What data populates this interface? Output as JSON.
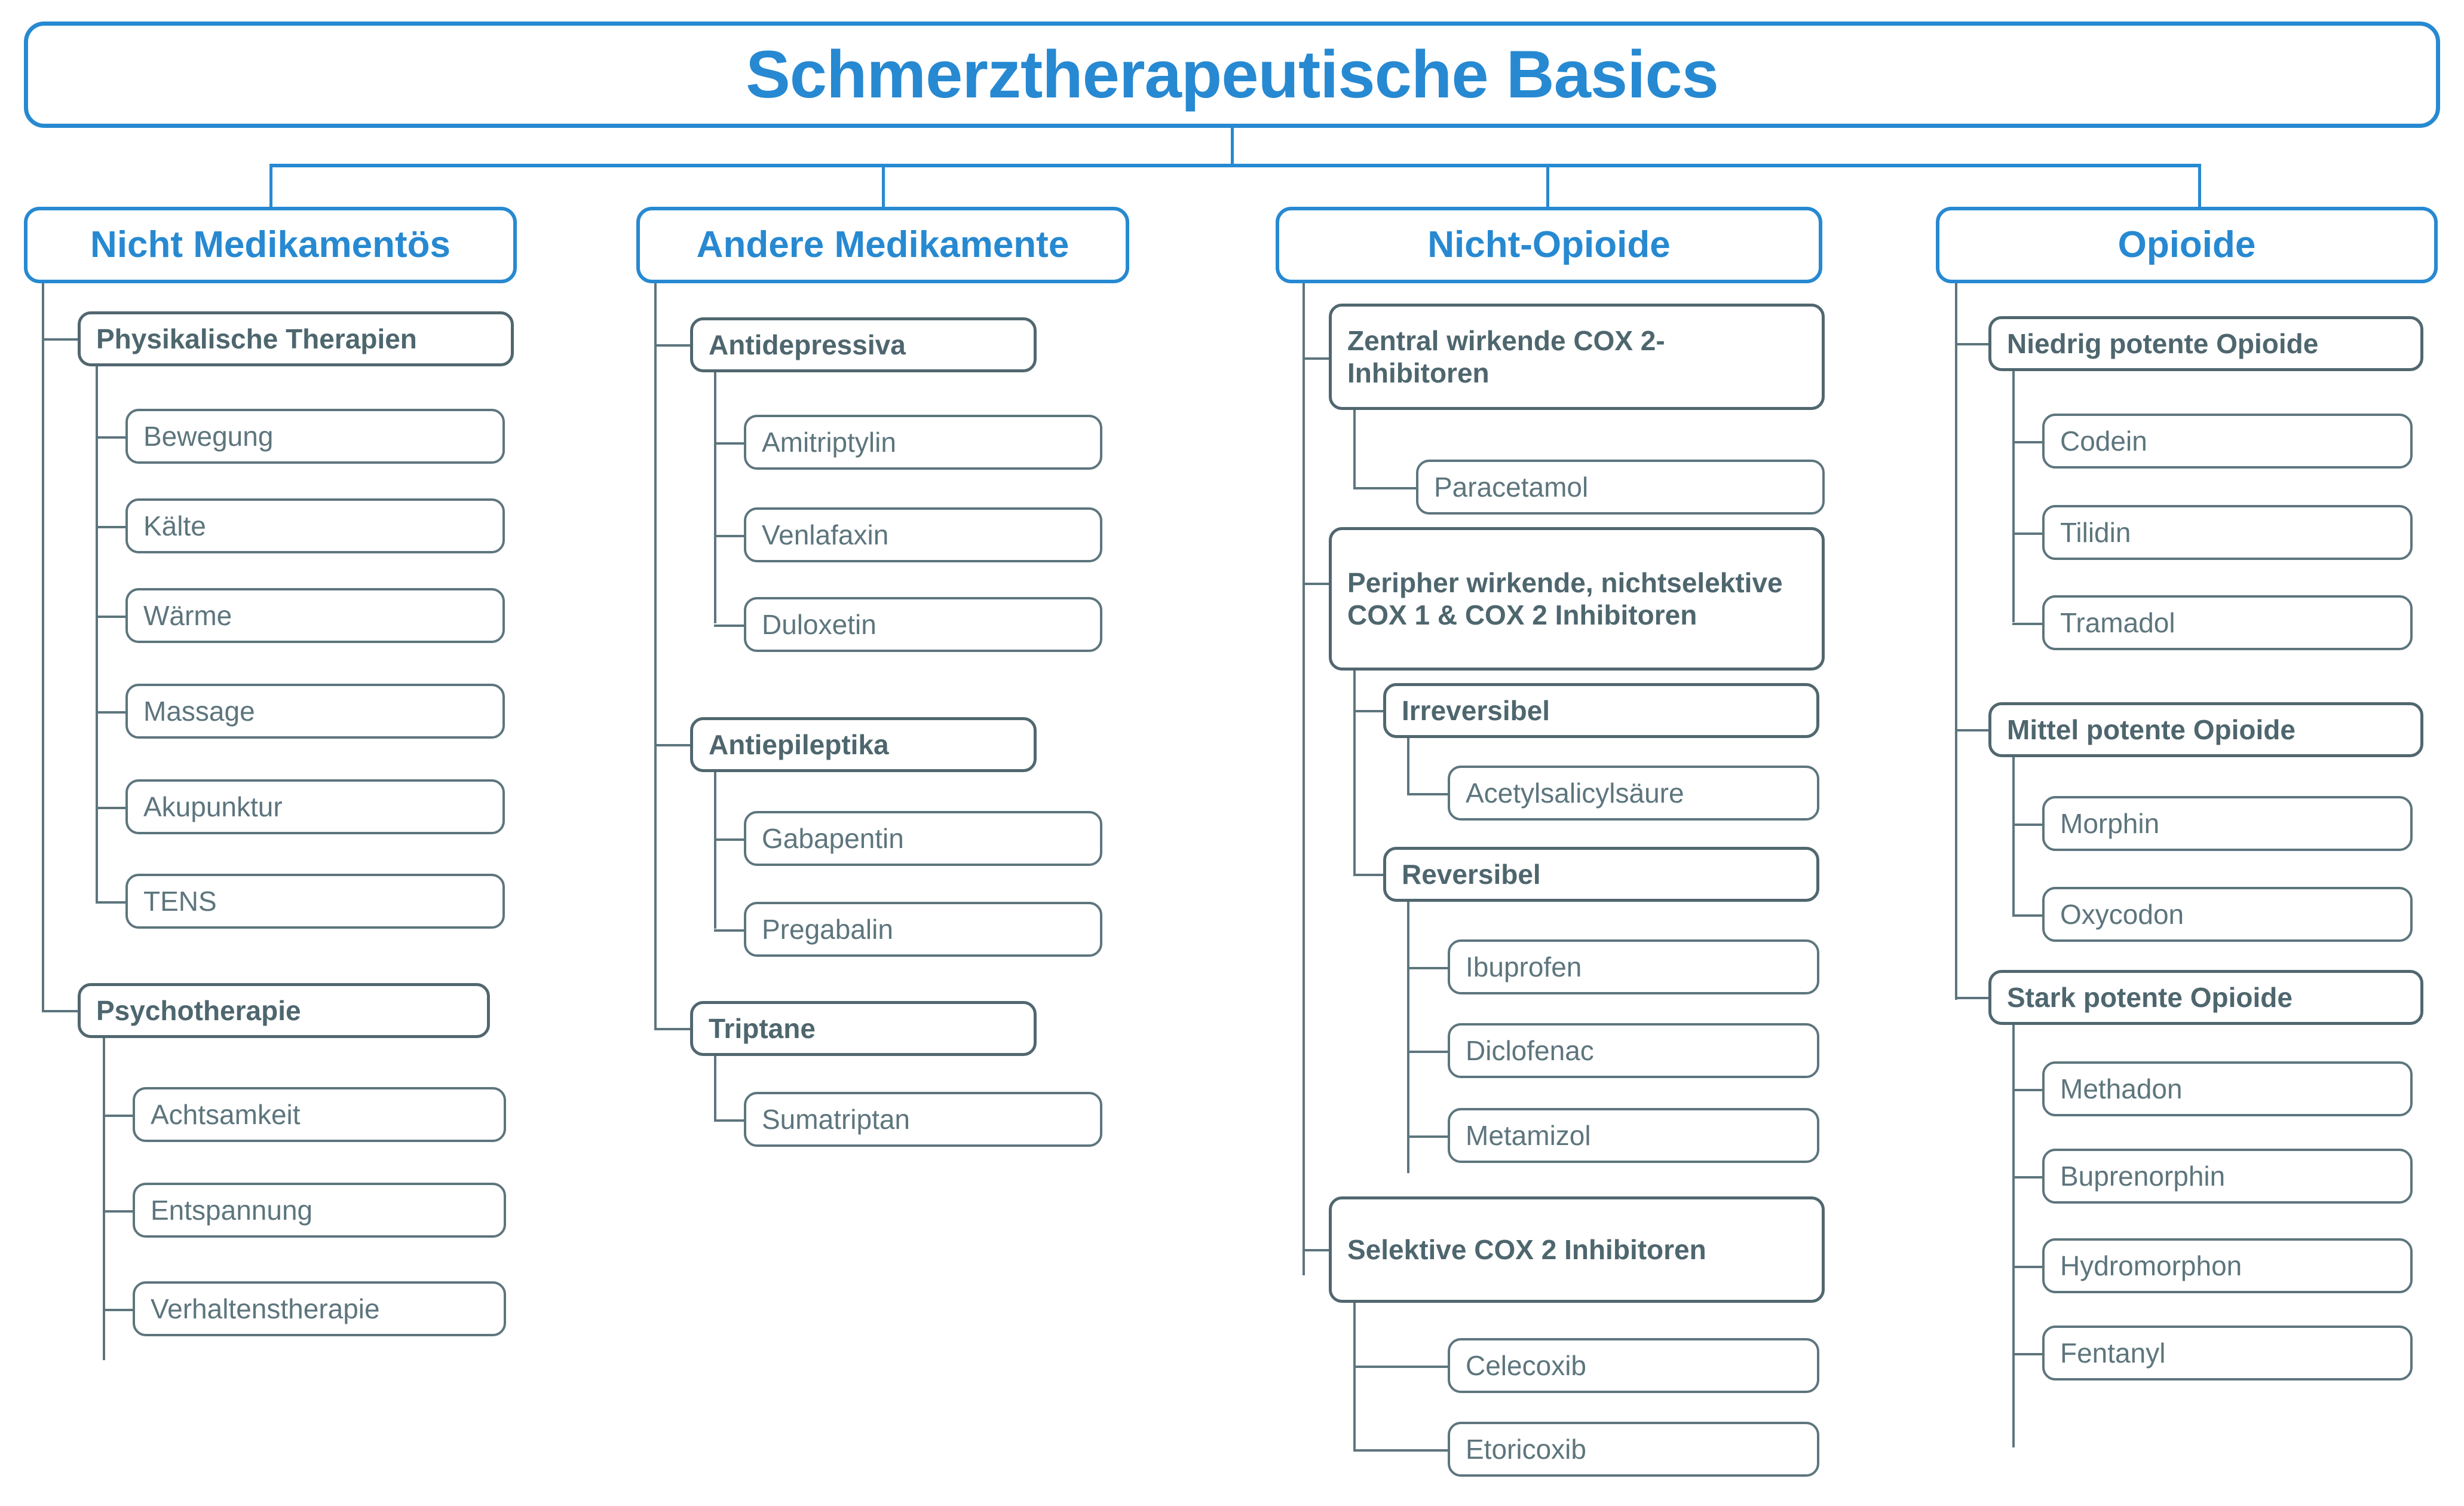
{
  "title": "Schmerztherapeutische Basics",
  "colors": {
    "accent_blue": "#2789D1",
    "node_grey": "#5D757D",
    "group_grey": "#4E666E",
    "background": "#FFFFFF"
  },
  "chart_data": {
    "type": "tree",
    "title": "Schmerztherapeutische Basics",
    "root": "Schmerztherapeutische Basics",
    "branches": 4,
    "total_nodes": 44
  },
  "columns": [
    {
      "id": "nicht-medikamentoes",
      "heading": "Nicht Medikamentös",
      "groups": [
        {
          "label": "Physikalische Therapien",
          "items": [
            "Bewegung",
            "Kälte",
            "Wärme",
            "Massage",
            "Akupunktur",
            "TENS"
          ]
        },
        {
          "label": "Psychotherapie",
          "items": [
            "Achtsamkeit",
            "Entspannung",
            "Verhaltenstherapie"
          ]
        }
      ]
    },
    {
      "id": "andere-medikamente",
      "heading": "Andere Medikamente",
      "groups": [
        {
          "label": "Antidepressiva",
          "items": [
            "Amitriptylin",
            "Venlafaxin",
            "Duloxetin"
          ]
        },
        {
          "label": "Antiepileptika",
          "items": [
            "Gabapentin",
            "Pregabalin"
          ]
        },
        {
          "label": "Triptane",
          "items": [
            "Sumatriptan"
          ]
        }
      ]
    },
    {
      "id": "nicht-opioide",
      "heading": "Nicht-Opioide",
      "groups": [
        {
          "label": "Zentral wirkende COX 2-Inhibitoren",
          "items": [
            "Paracetamol"
          ]
        },
        {
          "label": "Peripher wirkende, nichtselektive COX 1 & COX 2 Inhibitoren",
          "subgroups": [
            {
              "label": "Irreversibel",
              "items": [
                "Acetylsalicylsäure"
              ]
            },
            {
              "label": "Reversibel",
              "items": [
                "Ibuprofen",
                "Diclofenac",
                "Metamizol"
              ]
            }
          ]
        },
        {
          "label": "Selektive COX 2 Inhibitoren",
          "items": [
            "Celecoxib",
            "Etoricoxib"
          ]
        }
      ]
    },
    {
      "id": "opioide",
      "heading": "Opioide",
      "groups": [
        {
          "label": "Niedrig potente Opioide",
          "items": [
            "Codein",
            "Tilidin",
            "Tramadol"
          ]
        },
        {
          "label": "Mittel potente Opioide",
          "items": [
            "Morphin",
            "Oxycodon"
          ]
        },
        {
          "label": "Stark potente Opioide",
          "items": [
            "Methadon",
            "Buprenorphin",
            "Hydromorphon",
            "Fentanyl"
          ]
        }
      ]
    }
  ]
}
